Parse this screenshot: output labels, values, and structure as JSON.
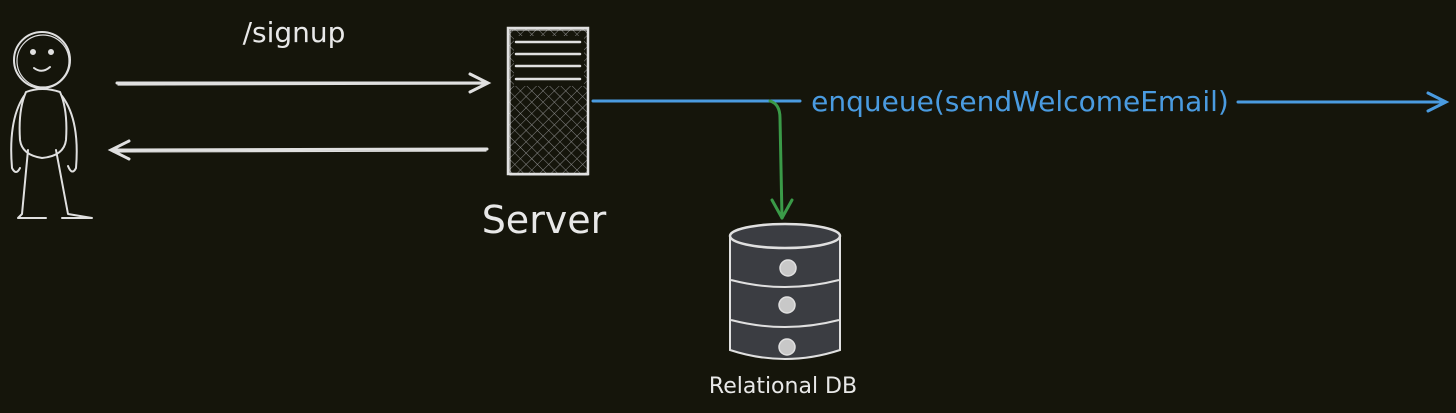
{
  "diagram": {
    "request_label": "/signup",
    "server_label": "Server",
    "enqueue_label": "enqueue(sendWelcomeEmail)",
    "db_label": "Relational DB"
  },
  "colors": {
    "background": "#15150b",
    "stroke": "#e0e0e0",
    "server_fill": "#1e1e1e",
    "queue_arrow": "#4a9be0",
    "db_arrow": "#3a9a48",
    "db_fill": "#3b3d42",
    "db_dot": "#c8c8c8"
  },
  "icons": {
    "user": "stick-figure-icon",
    "server": "server-rack-icon",
    "database": "database-cylinder-icon"
  }
}
